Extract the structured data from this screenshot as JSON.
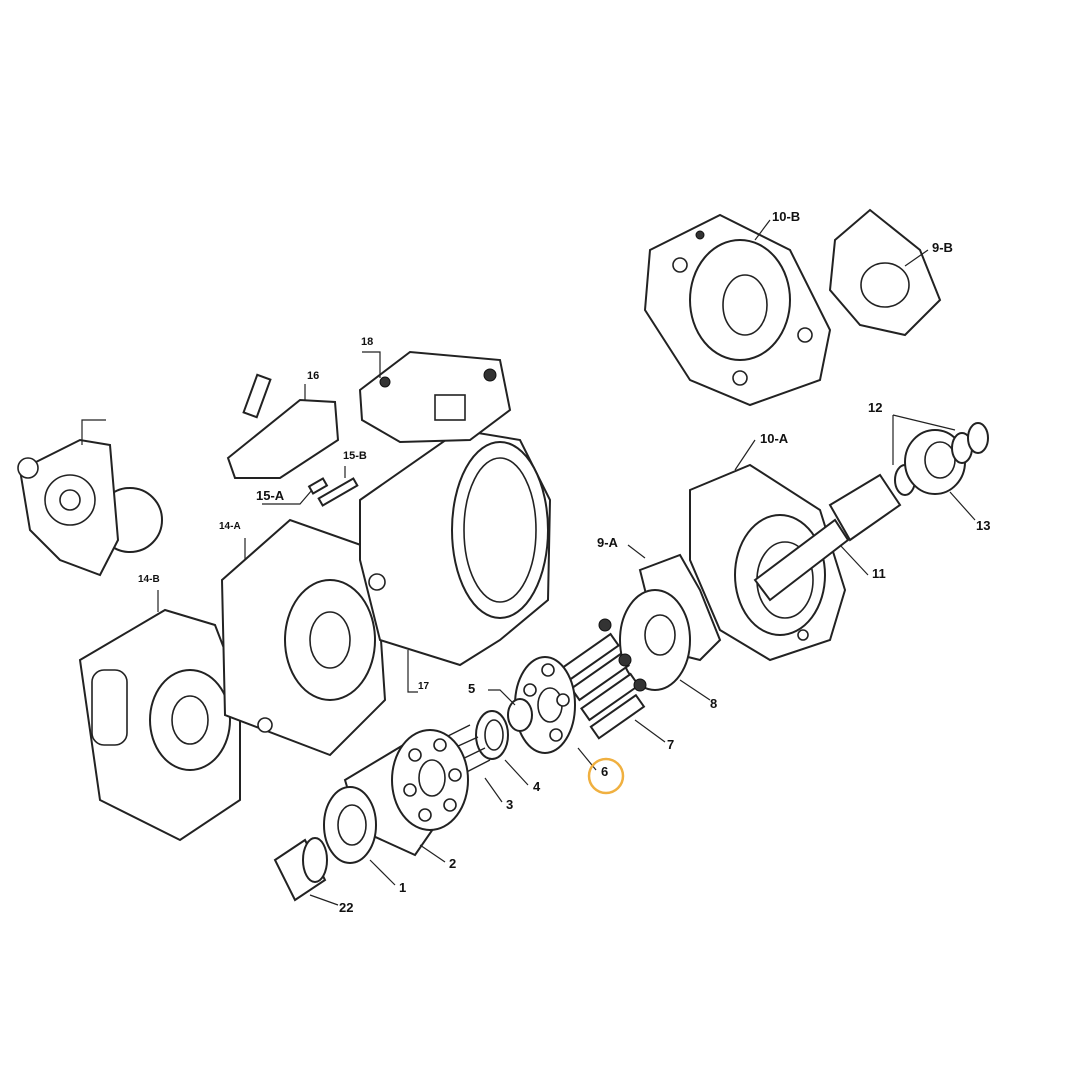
{
  "diagram": {
    "labels": {
      "l10b": "10-B",
      "l9b": "9-B",
      "l18": "18",
      "l16": "16",
      "l15b": "15-B",
      "l15a": "15-A",
      "l12": "12",
      "l10a": "10-A",
      "l13": "13",
      "l14a": "14-A",
      "l9a": "9-A",
      "l11": "11",
      "l14b": "14-B",
      "l17": "17",
      "l5": "5",
      "l8": "8",
      "l7": "7",
      "l6": "6",
      "l4": "4",
      "l3": "3",
      "l2": "2",
      "l1": "1",
      "l22": "22"
    },
    "highlighted_label": "6",
    "highlight_color": "#f0b040"
  }
}
